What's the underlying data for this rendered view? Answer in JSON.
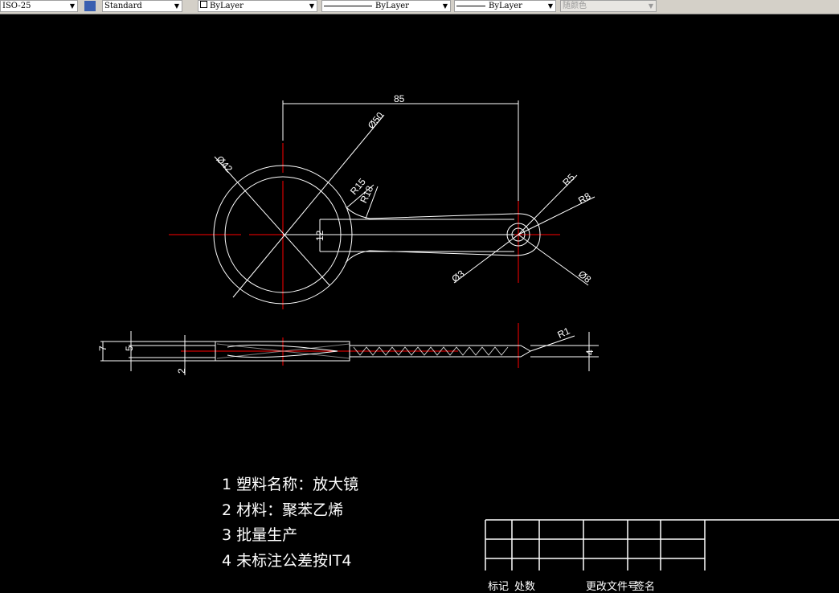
{
  "toolbar": {
    "dimstyle": "ISO-25",
    "textstyle": "Standard",
    "layer": "ByLayer",
    "linetype": "ByLayer",
    "lineweight": "ByLayer",
    "color": "随颜色"
  },
  "dimensions": {
    "d85": "85",
    "d50": "Ø50",
    "d42": "Ø42",
    "r15": "R15",
    "r18": "R18",
    "d12": "12",
    "r5": "R5",
    "r8": "R8",
    "d3": "Ø3",
    "d8": "Ø8",
    "s7": "7",
    "s5": "5",
    "s2": "2",
    "r1": "R1",
    "s4": "4"
  },
  "notes": [
    "1  塑料名称：放大镜",
    "2  材料：聚苯乙烯",
    "3  批量生产",
    "4  未标注公差按IT4"
  ],
  "title_block": {
    "row_labels": [
      "标记",
      "处数",
      "",
      "更改文件号",
      "签名",
      ""
    ]
  },
  "colors": {
    "background": "#000000",
    "lines": "#ffffff",
    "centerlines": "#ff0000"
  }
}
